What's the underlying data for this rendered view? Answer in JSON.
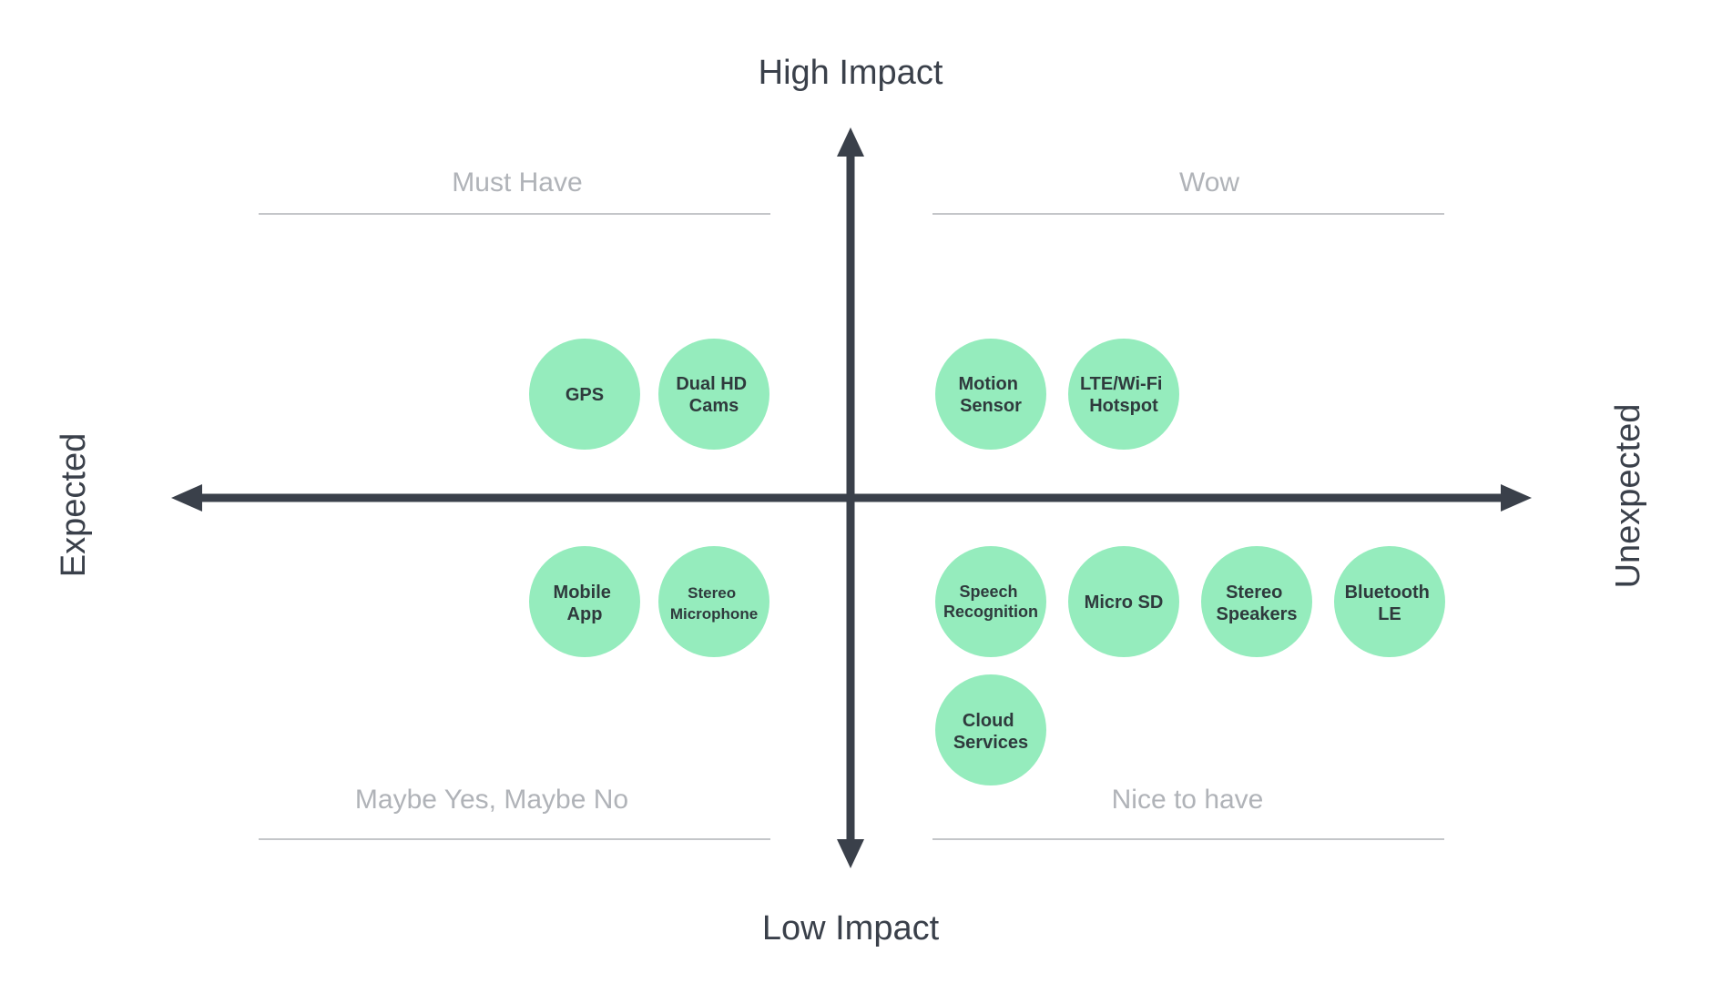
{
  "axes": {
    "top": "High Impact",
    "bottom": "Low Impact",
    "left": "Expected",
    "right": "Unexpected"
  },
  "quadrants": {
    "top_left": "Must Have",
    "top_right": "Wow",
    "bottom_left": "Maybe Yes, Maybe No",
    "bottom_right": "Nice to have"
  },
  "features": {
    "gps": [
      "GPS"
    ],
    "dual_hd_cams": [
      "Dual HD",
      "Cams"
    ],
    "motion_sensor": [
      "Motion",
      "Sensor"
    ],
    "lte_wifi_hotspot": [
      "LTE/Wi-Fi",
      "Hotspot"
    ],
    "mobile_app": [
      "Mobile",
      "App"
    ],
    "stereo_microphone": [
      "Stereo",
      "Microphone"
    ],
    "speech_recognition": [
      "Speech",
      "Recognition"
    ],
    "micro_sd": [
      "Micro SD"
    ],
    "stereo_speakers": [
      "Stereo",
      "Speakers"
    ],
    "bluetooth_le": [
      "Bluetooth",
      "LE"
    ],
    "cloud_services": [
      "Cloud",
      "Services"
    ]
  },
  "colors": {
    "axis": "#3a404a",
    "bubble": "#95ecbd",
    "bubble_text": "#2f3a3d",
    "quadrant_text": "#b0b3b8",
    "divider": "#c4c6c9"
  }
}
